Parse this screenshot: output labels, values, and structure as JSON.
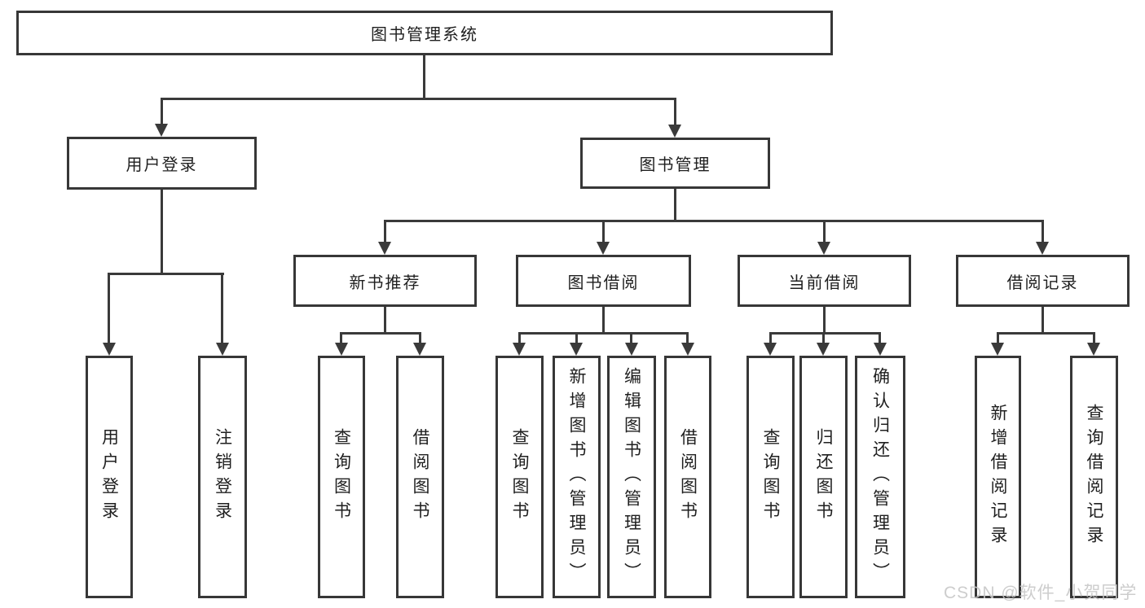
{
  "diagram": {
    "root": {
      "label": "图书管理系统"
    },
    "level2": {
      "user_login": {
        "label": "用户登录",
        "children": {
          "login": "用户登录",
          "logout": "注销登录"
        }
      },
      "book_mgmt": {
        "label": "图书管理",
        "children": {
          "new_book_rec": {
            "label": "新书推荐",
            "children": {
              "query_book": "查询图书",
              "borrow_book": "借阅图书"
            }
          },
          "book_borrow": {
            "label": "图书借阅",
            "children": {
              "query_book": "查询图书",
              "add_book": "新增图书（管理员）",
              "edit_book": "编辑图书（管理员）",
              "borrow_book": "借阅图书"
            }
          },
          "current_borrow": {
            "label": "当前借阅",
            "children": {
              "query_book": "查询图书",
              "return_book": "归还图书",
              "confirm_return": "确认归还（管理员）"
            }
          },
          "borrow_records": {
            "label": "借阅记录",
            "children": {
              "add_record": "新增借阅记录",
              "query_record": "查询借阅记录"
            }
          }
        }
      }
    }
  },
  "watermark": {
    "text": "CSDN @软件_小贺同学",
    "color": "#c8c8c8"
  },
  "colors": {
    "line": "#3a3a3a",
    "box_border": "#373737",
    "box_fill": "#ffffff",
    "text": "#1f1f1f",
    "background": "#ffffff"
  }
}
